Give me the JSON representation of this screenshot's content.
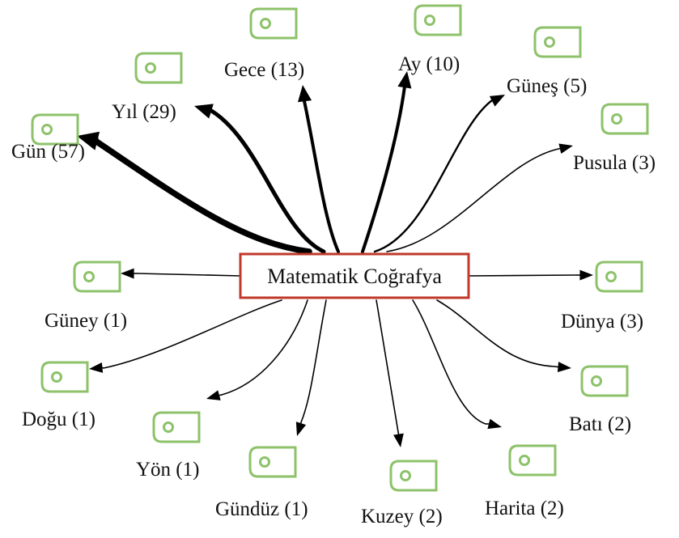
{
  "center": {
    "label": "Matematik Coğrafya",
    "border_color": "#c0392b"
  },
  "icon_color": "#8dc26a",
  "icon_name": "tag-icon",
  "edge_color": "#000000",
  "nodes": [
    {
      "id": "gun",
      "label": "Gün (57)",
      "count": 57
    },
    {
      "id": "yil",
      "label": "Yıl (29)",
      "count": 29
    },
    {
      "id": "gece",
      "label": "Gece (13)",
      "count": 13
    },
    {
      "id": "ay",
      "label": "Ay (10)",
      "count": 10
    },
    {
      "id": "gunes",
      "label": "Güneş (5)",
      "count": 5
    },
    {
      "id": "pusula",
      "label": "Pusula (3)",
      "count": 3
    },
    {
      "id": "guney",
      "label": "Güney (1)",
      "count": 1
    },
    {
      "id": "dunya",
      "label": "Dünya (3)",
      "count": 3
    },
    {
      "id": "dogu",
      "label": "Doğu (1)",
      "count": 1
    },
    {
      "id": "bati",
      "label": "Batı (2)",
      "count": 2
    },
    {
      "id": "yon",
      "label": "Yön (1)",
      "count": 1
    },
    {
      "id": "harita",
      "label": "Harita (2)",
      "count": 2
    },
    {
      "id": "gunduz",
      "label": "Gündüz (1)",
      "count": 1
    },
    {
      "id": "kuzey",
      "label": "Kuzey (2)",
      "count": 2
    }
  ]
}
